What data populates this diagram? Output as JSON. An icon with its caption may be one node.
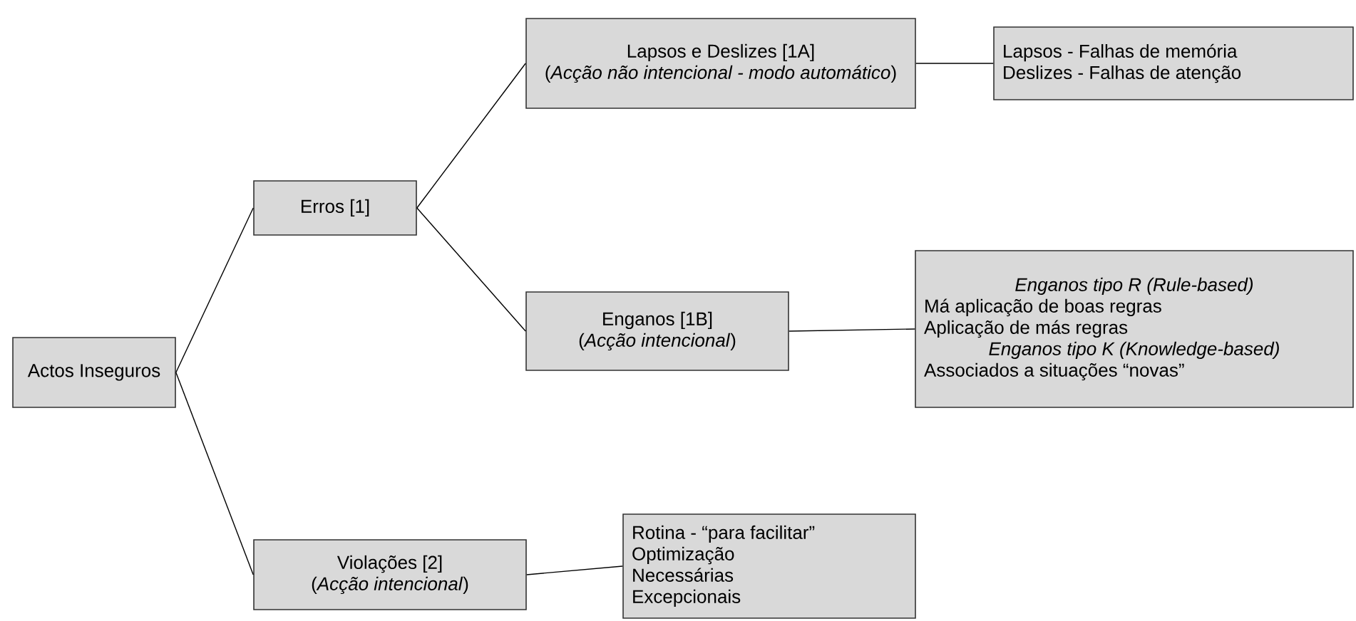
{
  "diagram": {
    "nodes": [
      {
        "text": [
          "Actos Inseguros"
        ]
      },
      {
        "text": [
          "Erros [1]"
        ]
      },
      {
        "text": [
          "Lapsos e Deslizes [1A]",
          "(*Acção não intencional - modo automático*)"
        ]
      },
      {
        "text": [
          "Lapsos - Falhas de memória",
          "Deslizes - Falhas de atenção"
        ]
      },
      {
        "text": [
          "Enganos [1B]",
          "(*Acção intencional*)"
        ]
      },
      {
        "text": [
          "Enganos tipo R (Rule-based)",
          "Má aplicação de boas regras",
          "Aplicação de más regras",
          "Enganos tipo K (Knowledge-based)",
          "Associados a situações “novas”"
        ]
      },
      {
        "text": [
          "Violações [2]",
          "(*Acção intencional*)"
        ]
      },
      {
        "text": [
          "Rotina - “para facilitar”",
          "Optimização",
          "Necessárias",
          "Excepcionais"
        ]
      }
    ],
    "edges": [
      {
        "from": 0,
        "to": 1,
        "arrow": "none"
      },
      {
        "from": 0,
        "to": 6,
        "arrow": "none"
      },
      {
        "from": 1,
        "to": 2,
        "arrow": "none"
      },
      {
        "from": 1,
        "to": 4,
        "arrow": "none"
      },
      {
        "from": 2,
        "to": 3,
        "arrow": "none"
      },
      {
        "from": 4,
        "to": 5,
        "arrow": "none"
      },
      {
        "from": 6,
        "to": 7,
        "arrow": "none"
      }
    ]
  }
}
